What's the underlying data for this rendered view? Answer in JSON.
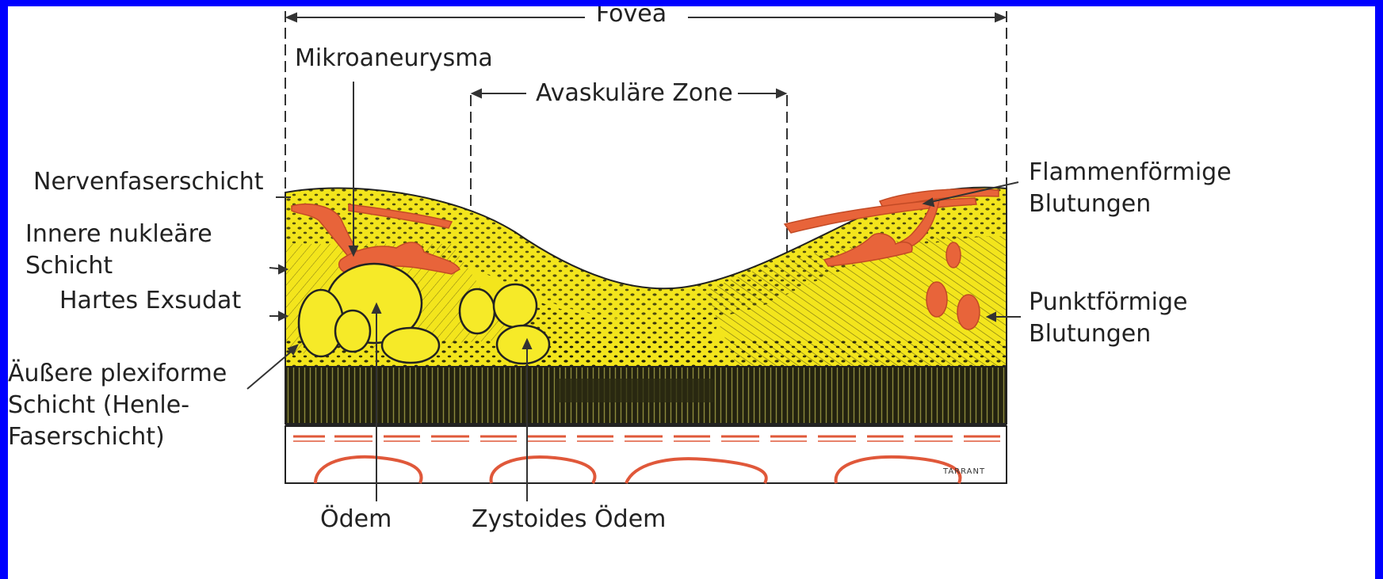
{
  "labels": {
    "fovea": "Fovea",
    "mikroaneurysma": "Mikroaneurysma",
    "avaskulaere_zone": "Avaskuläre Zone",
    "nervenfaserschicht": "Nervenfaserschicht",
    "innere_nukleaere": {
      "line1": "Innere nukleäre",
      "line2": "Schicht"
    },
    "hartes_exsudat": "Hartes Exsudat",
    "aeussere_plexiforme": {
      "line1": "Äußere plexiforme",
      "line2": "Schicht (Henle-",
      "line3": "Faserschicht)"
    },
    "flammenfoermige": {
      "line1": "Flammenförmige",
      "line2": "Blutungen"
    },
    "punktfoermige": {
      "line1": "Punktförmige",
      "line2": "Blutungen"
    },
    "oedem": "Ödem",
    "zystoides_oedem": "Zystoides Ödem"
  },
  "artist_signature": "TARRANT",
  "colors": {
    "background": "#0000ff",
    "tissue": "#f3e51c",
    "hemorrhage": "#e8643a",
    "photoreceptor": "#2a2a14",
    "vessel": "#e0583a",
    "text": "#222222"
  }
}
